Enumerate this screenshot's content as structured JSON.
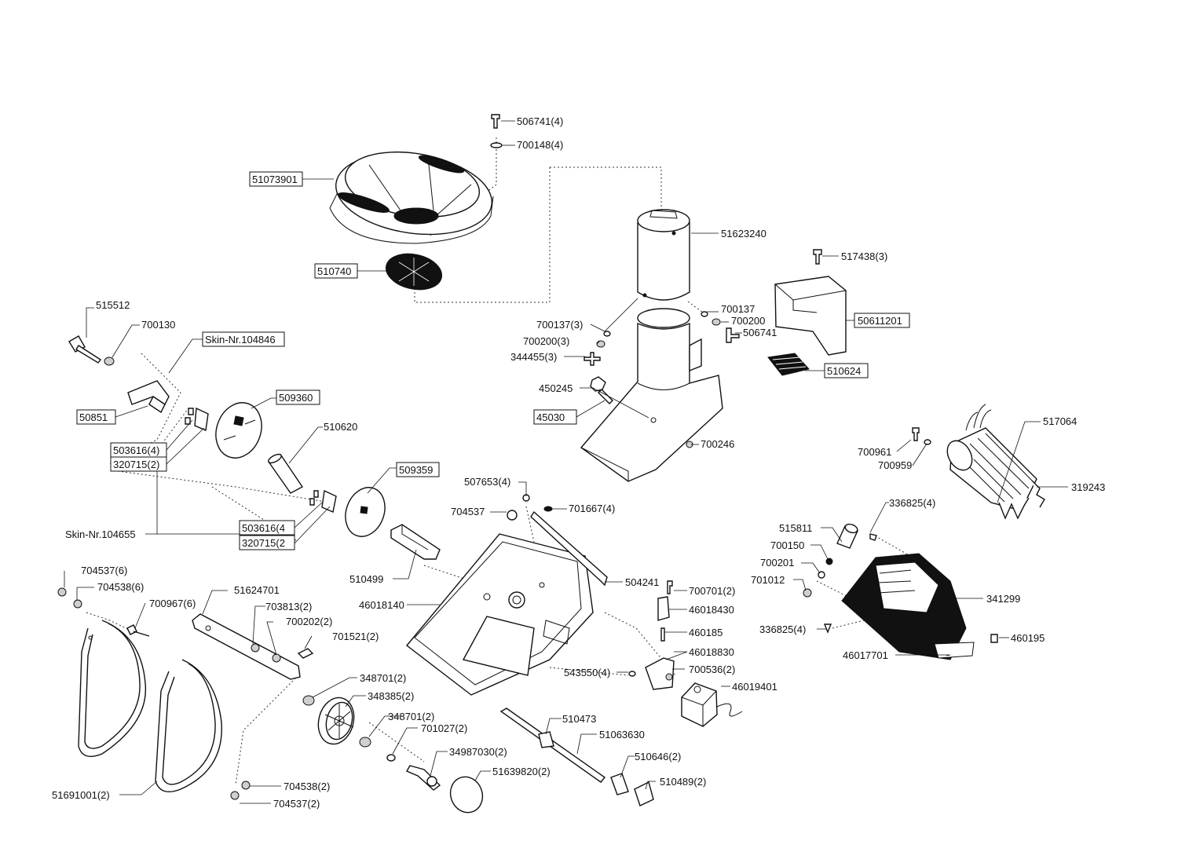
{
  "labels": {
    "l506741_4": "506741(4)",
    "l700148_4": "700148(4)",
    "l51073901": "51073901",
    "l51623240": "51623240",
    "l517438_3": "517438(3)",
    "l510740": "510740",
    "l700137a": "700137",
    "l700200a": "700200",
    "l506741": "506741",
    "l50611201": "50611201",
    "l700137_3": "700137(3)",
    "l700200_3": "700200(3)",
    "l344455_3": "344455(3)",
    "l510624": "510624",
    "l515512": "515512",
    "l700130": "700130",
    "lskin104846": "Skin-Nr.104846",
    "l450245": "450245",
    "l45030": "45030",
    "l50851": "50851",
    "l509360": "509360",
    "l510620": "510620",
    "l700246": "700246",
    "l517064": "517064",
    "l503616_4a": "503616(4)",
    "l320715_2a": "320715(2)",
    "l700961": "700961",
    "l700959": "700959",
    "l509359": "509359",
    "l507653_4": "507653(4)",
    "l319243": "319243",
    "l704537": "704537",
    "l701667_4": "701667(4)",
    "l336825_4a": "336825(4)",
    "lskin104655": "Skin-Nr.104655",
    "l503616_4b": "503616(4",
    "l320715_2b": "320715(2",
    "l515811": "515811",
    "l700150": "700150",
    "l510499": "510499",
    "l700201": "700201",
    "l701012": "701012",
    "l704537_6": "704537(6)",
    "l704538_6": "704538(6)",
    "l504241": "504241",
    "l51624701": "51624701",
    "l700701_2": "700701(2)",
    "l700967_6": "700967(6)",
    "l703813_2": "703813(2)",
    "l46018140": "46018140",
    "l46018430": "46018430",
    "l341299": "341299",
    "l700202_2": "700202(2)",
    "l701521_2": "701521(2)",
    "l460185": "460185",
    "l336825_4b": "336825(4)",
    "l460195": "460195",
    "l46018830": "46018830",
    "l46017701": "46017701",
    "l543550_4": "543550(4)",
    "l700536_2": "700536(2)",
    "l348701_2a": "348701(2)",
    "l46019401": "46019401",
    "l348385_2": "348385(2)",
    "l348701_2b": "348701(2)",
    "l510473": "510473",
    "l701027_2": "701027(2)",
    "l51063630": "51063630",
    "l34987030_2": "34987030(2)",
    "l510646_2": "510646(2)",
    "l51639820_2": "51639820(2)",
    "l510489_2": "510489(2)",
    "l704538_2": "704538(2)",
    "l51691001_2": "51691001(2)",
    "l704537_2": "704537(2)"
  }
}
